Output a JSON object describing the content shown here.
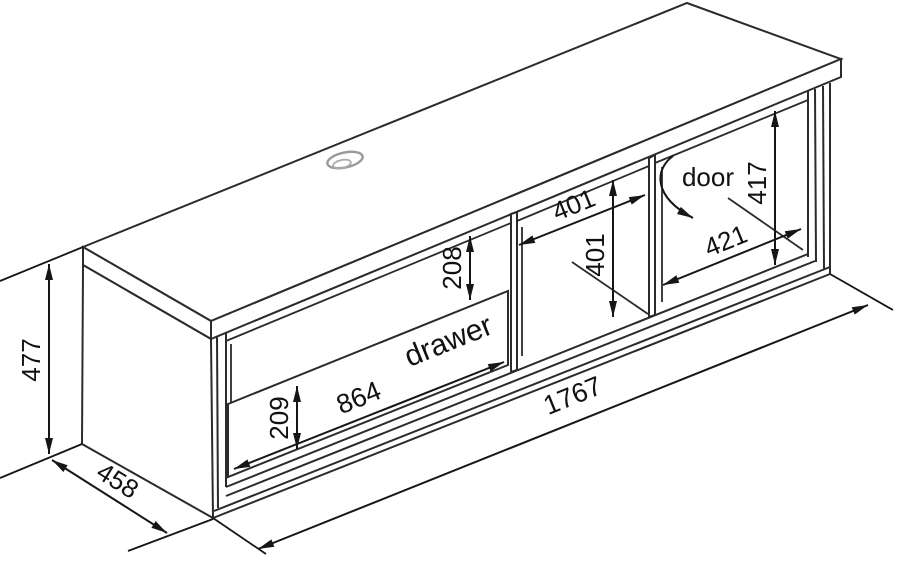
{
  "diagram": {
    "subject": "Dimensioned isometric line drawing of a wall-mounted TV cabinet with drawer, open shelf and door",
    "background_color": "#ffffff",
    "line_color": "#2b2b2b",
    "dimension_color": "#161616",
    "cable_hole_color": "#9a9a9a",
    "labels": {
      "drawer": "drawer",
      "door": "door"
    },
    "dimensions": {
      "overall_height": "477",
      "overall_depth": "458",
      "overall_width": "1767",
      "opening_above_drawer_height": "208",
      "drawer_front_height": "209",
      "drawer_width": "864",
      "middle_opening_width": "401",
      "middle_opening_height": "401",
      "door_opening_width": "421",
      "door_opening_height": "417"
    }
  }
}
